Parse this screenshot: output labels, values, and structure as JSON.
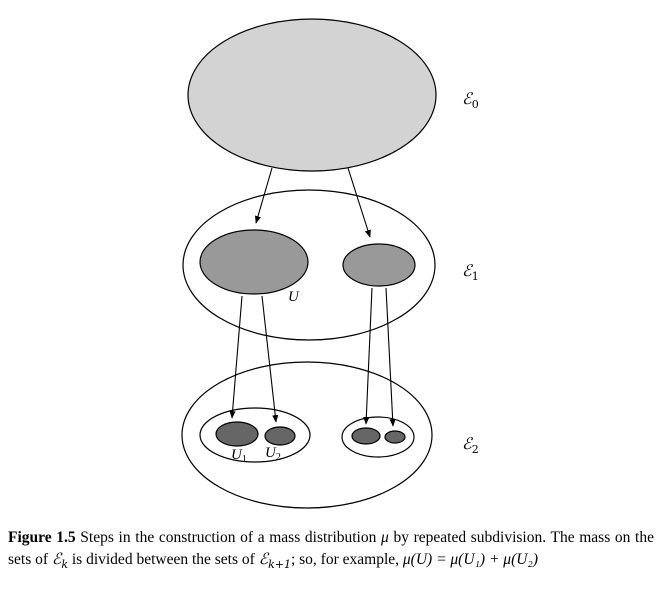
{
  "diagram": {
    "levels": [
      {
        "label": "ℰ",
        "sub": "0"
      },
      {
        "label": "ℰ",
        "sub": "1"
      },
      {
        "label": "ℰ",
        "sub": "2"
      }
    ],
    "set_labels": {
      "U": "U",
      "U1": {
        "base": "U",
        "sub": "1"
      },
      "U2": {
        "base": "U",
        "sub": "2"
      }
    },
    "colors": {
      "level0_fill": "#d3d3d3",
      "level1_fill": "#999999",
      "level2_fill": "#666666",
      "stroke": "#000000",
      "background": "#ffffff"
    }
  },
  "caption": {
    "figure_label": "Figure 1.5",
    "text_1": " Steps in the construction of a mass distribution ",
    "mu": "μ",
    "text_2": " by repeated subdivision. The mass on the sets of ",
    "E": "ℰ",
    "sub_k": "k",
    "text_3": " is divided between the sets of ",
    "sub_k1": "k+1",
    "text_4": "; so, for example, ",
    "formula": "μ(U) = μ(U₁) + μ(U₂)"
  }
}
